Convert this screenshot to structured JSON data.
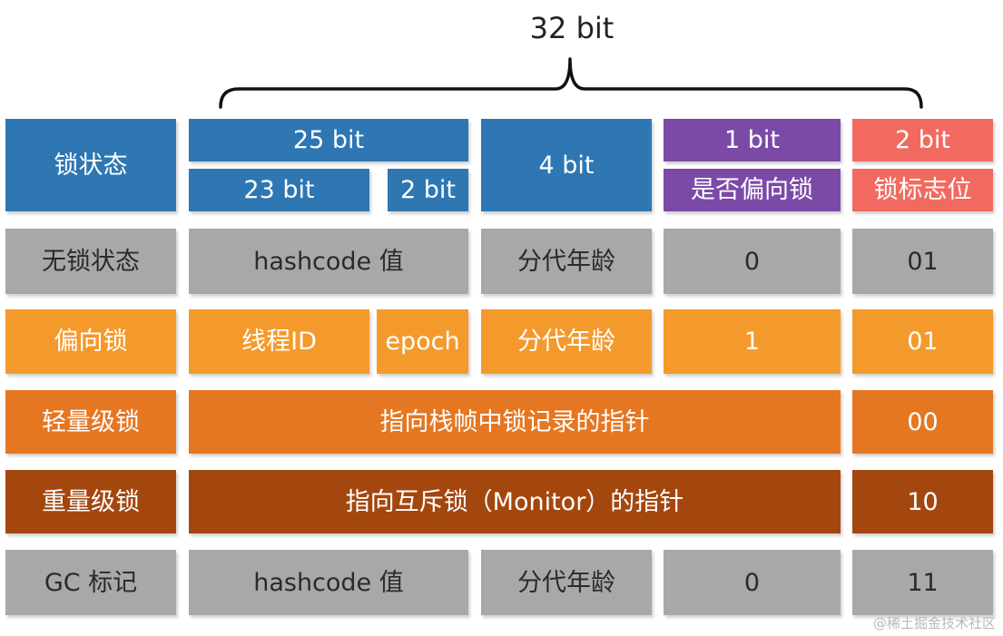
{
  "top_label": "32 bit",
  "header": {
    "lock_state": "锁状态",
    "bits_25": "25 bit",
    "bits_23": "23 bit",
    "bits_2a": "2 bit",
    "bits_4": "4 bit",
    "bits_1": "1 bit",
    "biased_flag": "是否偏向锁",
    "bits_2b": "2 bit",
    "lock_flag": "锁标志位"
  },
  "rows": {
    "unlocked": {
      "state": "无锁状态",
      "hash": "hashcode 值",
      "age": "分代年龄",
      "biased": "0",
      "flag": "01"
    },
    "biased": {
      "state": "偏向锁",
      "thread": "线程ID",
      "epoch": "epoch",
      "age": "分代年龄",
      "biased": "1",
      "flag": "01"
    },
    "lightweight": {
      "state": "轻量级锁",
      "pointer": "指向栈帧中锁记录的指针",
      "flag": "00"
    },
    "heavyweight": {
      "state": "重量级锁",
      "pointer": "指向互斥锁（Monitor）的指针",
      "flag": "10"
    },
    "gc": {
      "state": "GC 标记",
      "hash": "hashcode 值",
      "age": "分代年龄",
      "biased": "0",
      "flag": "11"
    }
  },
  "watermark": "@稀土掘金技术社区"
}
